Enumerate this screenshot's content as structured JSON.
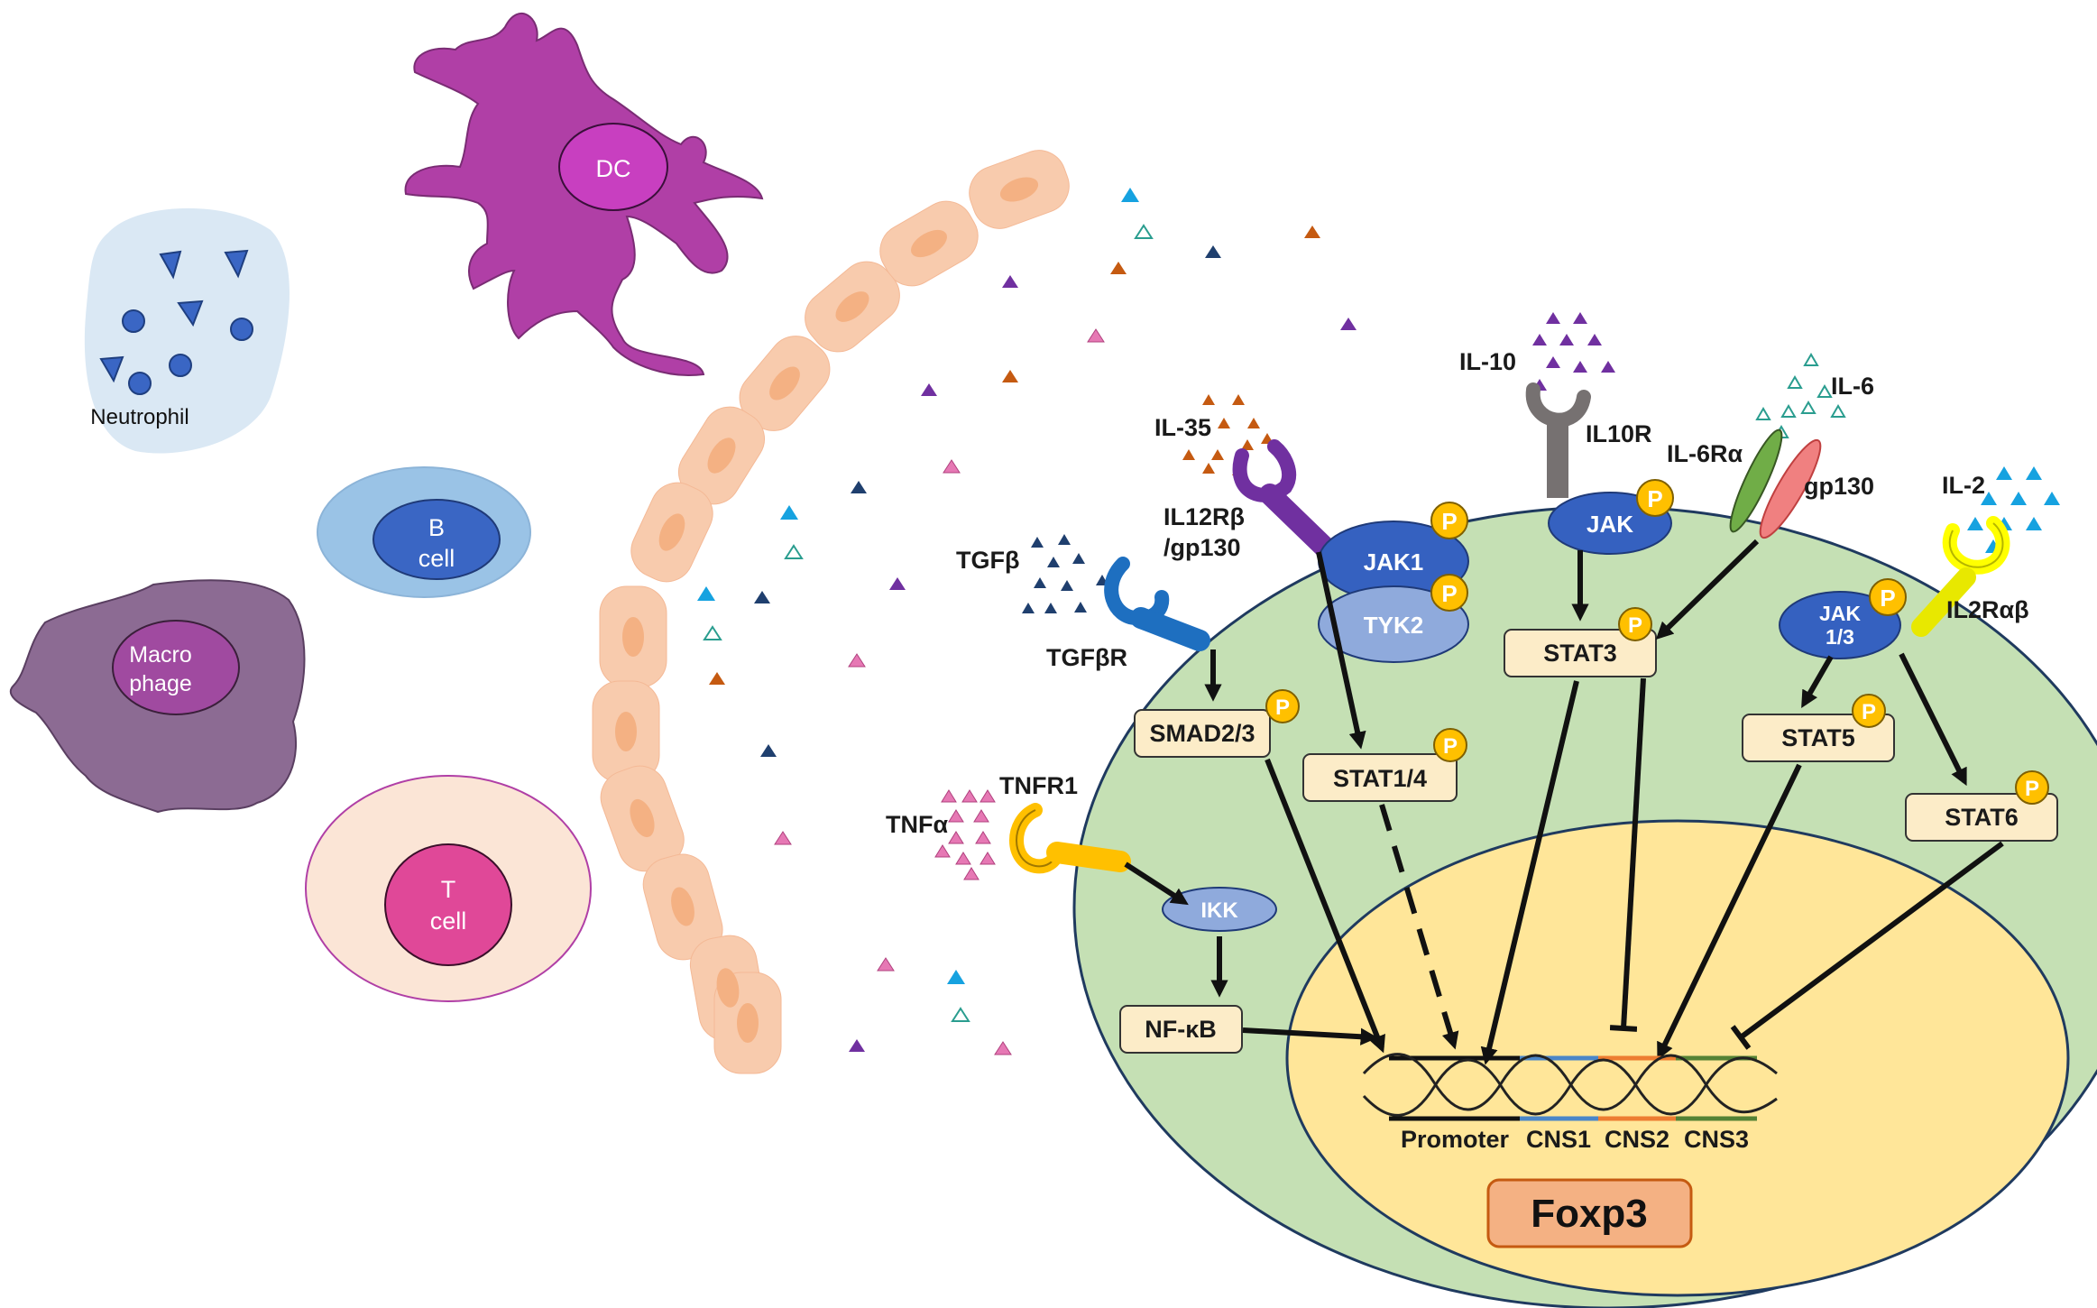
{
  "cells": {
    "neutrophil": "Neutrophil",
    "dc": "DC",
    "b_cell": [
      "B",
      "cell"
    ],
    "macrophage": [
      "Macro",
      "phage"
    ],
    "t_cell": [
      "T",
      "cell"
    ]
  },
  "ligands": {
    "tgfb": "TGFβ",
    "il35": "IL-35",
    "il10": "IL-10",
    "il6": "IL-6",
    "il2": "IL-2",
    "tnfa": "TNFα"
  },
  "receptors": {
    "tgfbr": "TGFβR",
    "il12rb": [
      "IL12Rβ",
      "/gp130"
    ],
    "il10r": "IL10R",
    "il6ra": "IL-6Rα",
    "gp130": "gp130",
    "il2rab": "IL2Rαβ",
    "tnfr1": "TNFR1"
  },
  "kinases": {
    "jak1": "JAK1",
    "tyk2": "TYK2",
    "jak": "JAK",
    "jak13": [
      "JAK",
      "1/3"
    ],
    "ikk": "IKK",
    "phospho": "P"
  },
  "factors": {
    "smad": "SMAD2/3",
    "stat14": "STAT1/4",
    "stat3": "STAT3",
    "stat5": "STAT5",
    "stat6": "STAT6",
    "nfkb": "NF-κB"
  },
  "gene": {
    "promoter": "Promoter",
    "cns1": "CNS1",
    "cns2": "CNS2",
    "cns3": "CNS3",
    "name": "Foxp3"
  },
  "colors": {
    "cell_green": "#c5e0b4",
    "nucleus_yellow": "#ffe699",
    "dc_purple": "#b03fa6",
    "epithelium": "#f8cbad",
    "foxp3_box": "#f4b183",
    "jak_blue": "#3561c0",
    "p_badge": "#ffc000"
  }
}
